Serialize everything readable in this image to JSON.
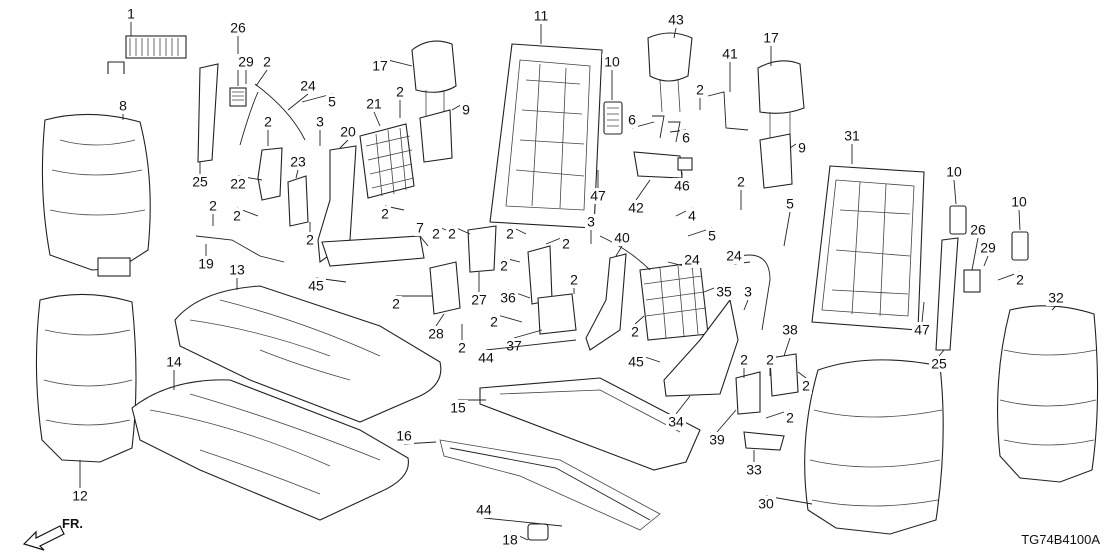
{
  "diagram": {
    "drawing_code": "TG74B4100A",
    "direction_label": "FR.",
    "callouts": [
      {
        "id": "c1",
        "label": "1"
      },
      {
        "id": "c2a",
        "label": "2"
      },
      {
        "id": "c2b",
        "label": "2"
      },
      {
        "id": "c2c",
        "label": "2"
      },
      {
        "id": "c2d",
        "label": "2"
      },
      {
        "id": "c2e",
        "label": "2"
      },
      {
        "id": "c2f",
        "label": "2"
      },
      {
        "id": "c2g",
        "label": "2"
      },
      {
        "id": "c2h",
        "label": "2"
      },
      {
        "id": "c2i",
        "label": "2"
      },
      {
        "id": "c2j",
        "label": "2"
      },
      {
        "id": "c2k",
        "label": "2"
      },
      {
        "id": "c2l",
        "label": "2"
      },
      {
        "id": "c2m",
        "label": "2"
      },
      {
        "id": "c2n",
        "label": "2"
      },
      {
        "id": "c2o",
        "label": "2"
      },
      {
        "id": "c2p",
        "label": "2"
      },
      {
        "id": "c2q",
        "label": "2"
      },
      {
        "id": "c2r",
        "label": "2"
      },
      {
        "id": "c2s",
        "label": "2"
      },
      {
        "id": "c2t",
        "label": "2"
      },
      {
        "id": "c2u",
        "label": "2"
      },
      {
        "id": "c2v",
        "label": "2"
      },
      {
        "id": "c2w",
        "label": "2"
      },
      {
        "id": "c2x",
        "label": "2"
      },
      {
        "id": "c3a",
        "label": "3"
      },
      {
        "id": "c3b",
        "label": "3"
      },
      {
        "id": "c3c",
        "label": "3"
      },
      {
        "id": "c4",
        "label": "4"
      },
      {
        "id": "c5a",
        "label": "5"
      },
      {
        "id": "c5b",
        "label": "5"
      },
      {
        "id": "c5c",
        "label": "5"
      },
      {
        "id": "c6a",
        "label": "6"
      },
      {
        "id": "c6b",
        "label": "6"
      },
      {
        "id": "c7",
        "label": "7"
      },
      {
        "id": "c8",
        "label": "8"
      },
      {
        "id": "c9a",
        "label": "9"
      },
      {
        "id": "c9b",
        "label": "9"
      },
      {
        "id": "c10a",
        "label": "10"
      },
      {
        "id": "c10b",
        "label": "10"
      },
      {
        "id": "c10c",
        "label": "10"
      },
      {
        "id": "c11",
        "label": "11"
      },
      {
        "id": "c12",
        "label": "12"
      },
      {
        "id": "c13",
        "label": "13"
      },
      {
        "id": "c14",
        "label": "14"
      },
      {
        "id": "c15",
        "label": "15"
      },
      {
        "id": "c16",
        "label": "16"
      },
      {
        "id": "c17a",
        "label": "17"
      },
      {
        "id": "c17b",
        "label": "17"
      },
      {
        "id": "c18",
        "label": "18"
      },
      {
        "id": "c19",
        "label": "19"
      },
      {
        "id": "c20",
        "label": "20"
      },
      {
        "id": "c21",
        "label": "21"
      },
      {
        "id": "c22",
        "label": "22"
      },
      {
        "id": "c23",
        "label": "23"
      },
      {
        "id": "c24a",
        "label": "24"
      },
      {
        "id": "c24b",
        "label": "24"
      },
      {
        "id": "c24c",
        "label": "24"
      },
      {
        "id": "c25a",
        "label": "25"
      },
      {
        "id": "c25b",
        "label": "25"
      },
      {
        "id": "c26a",
        "label": "26"
      },
      {
        "id": "c26b",
        "label": "26"
      },
      {
        "id": "c27",
        "label": "27"
      },
      {
        "id": "c28",
        "label": "28"
      },
      {
        "id": "c29a",
        "label": "29"
      },
      {
        "id": "c29b",
        "label": "29"
      },
      {
        "id": "c30",
        "label": "30"
      },
      {
        "id": "c31",
        "label": "31"
      },
      {
        "id": "c32",
        "label": "32"
      },
      {
        "id": "c33",
        "label": "33"
      },
      {
        "id": "c34",
        "label": "34"
      },
      {
        "id": "c35",
        "label": "35"
      },
      {
        "id": "c36",
        "label": "36"
      },
      {
        "id": "c37",
        "label": "37"
      },
      {
        "id": "c38",
        "label": "38"
      },
      {
        "id": "c39",
        "label": "39"
      },
      {
        "id": "c40",
        "label": "40"
      },
      {
        "id": "c41",
        "label": "41"
      },
      {
        "id": "c42",
        "label": "42"
      },
      {
        "id": "c43",
        "label": "43"
      },
      {
        "id": "c44a",
        "label": "44"
      },
      {
        "id": "c44b",
        "label": "44"
      },
      {
        "id": "c45a",
        "label": "45"
      },
      {
        "id": "c45b",
        "label": "45"
      },
      {
        "id": "c46",
        "label": "46"
      },
      {
        "id": "c47a",
        "label": "47"
      },
      {
        "id": "c47b",
        "label": "47"
      }
    ]
  }
}
